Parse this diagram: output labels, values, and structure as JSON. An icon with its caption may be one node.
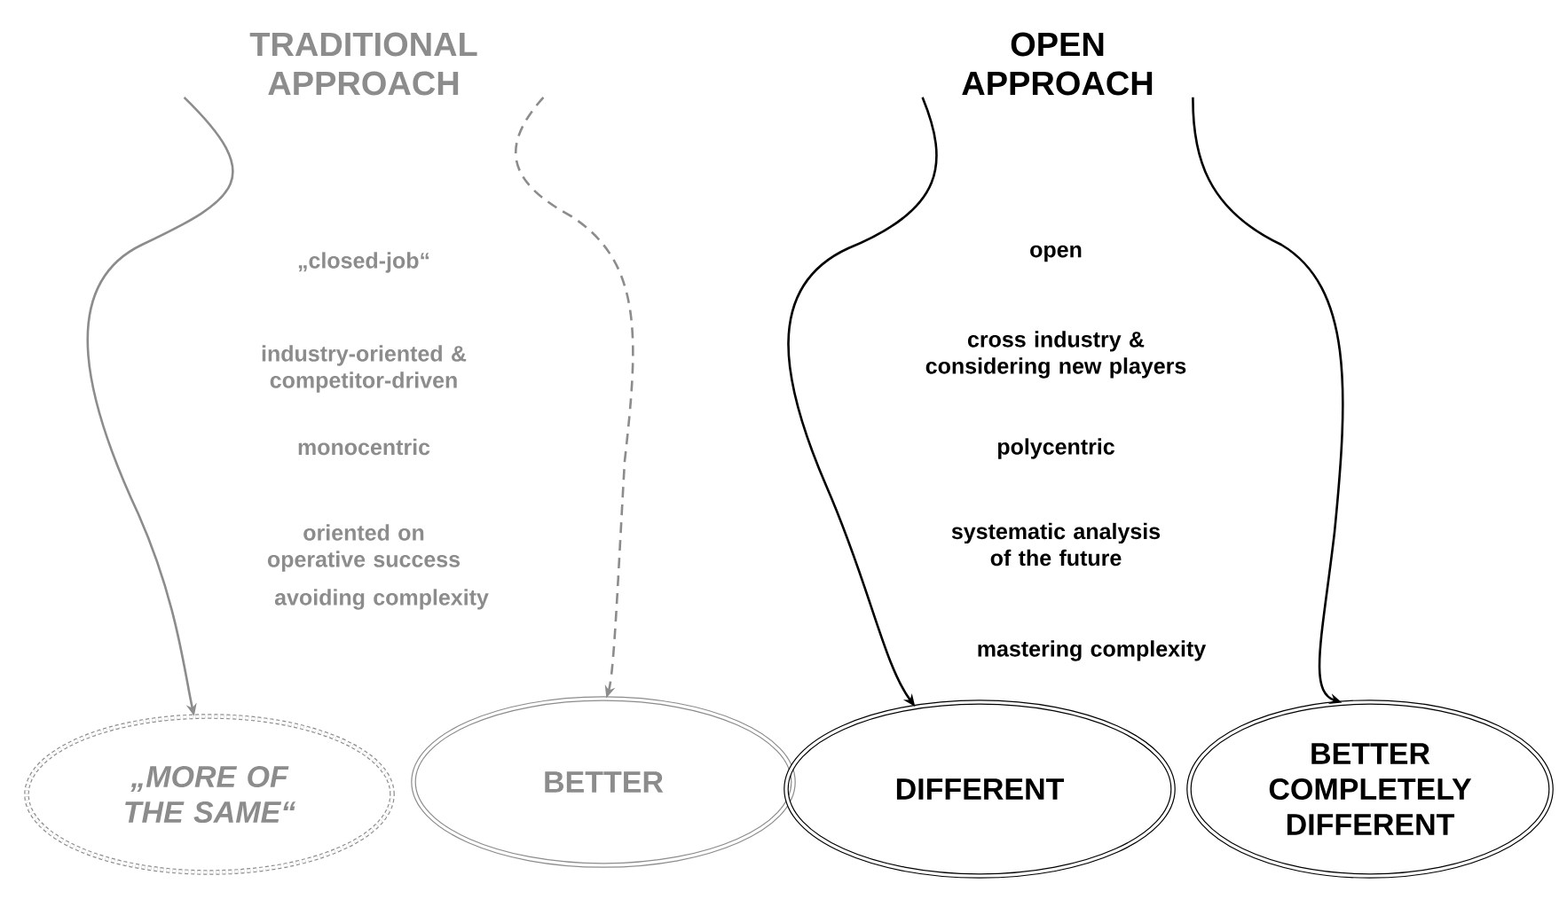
{
  "diagram": {
    "nodes": [
      {
        "text": [
          "TRADITIONAL APPROACH"
        ]
      },
      {
        "text": [
          "OPEN APPROACH"
        ]
      },
      {
        "text": [
          "„MORE OF THE SAME“"
        ]
      },
      {
        "text": [
          "BETTER"
        ]
      },
      {
        "text": [
          "DIFFERENT"
        ]
      },
      {
        "text": [
          "BETTER COMPLETELY DIFFERENT"
        ]
      }
    ],
    "edges": [
      {
        "from": 0,
        "to": 2,
        "arrow": "to",
        "color": "#8c8c8c"
      },
      {
        "from": 0,
        "to": 3,
        "arrow": "to",
        "style": "dashed",
        "color": "#8c8c8c"
      },
      {
        "from": 1,
        "to": 4,
        "arrow": "to",
        "color": "#000000"
      },
      {
        "from": 1,
        "to": 5,
        "arrow": "to",
        "color": "#000000"
      }
    ],
    "labels": [
      "„closed-job“",
      "open",
      "industry-oriented & competitor-driven",
      "cross industry & considering new players",
      "monocentric",
      "polycentric",
      "oriented on operative success",
      "systematic analysis of the future",
      "avoiding complexity",
      "mastering complexity"
    ]
  }
}
